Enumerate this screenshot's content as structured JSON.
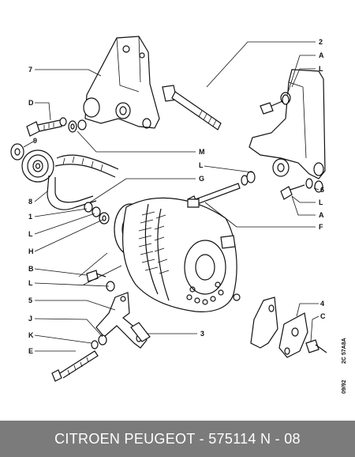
{
  "labels": {
    "l7": "7",
    "l2": "2",
    "lA1": "A",
    "lL1": "L",
    "lD": "D",
    "l9": "9",
    "lM": "M",
    "lL2": "L",
    "lG": "G",
    "l6": "6",
    "l8": "8",
    "lL3": "L",
    "lA2": "A",
    "l1": "1",
    "lF": "F",
    "lL4": "L",
    "lH": "H",
    "lB": "B",
    "lL5": "L",
    "l5": "5",
    "lJ": "J",
    "lK": "K",
    "lE": "E",
    "l3": "3",
    "l4": "4",
    "lC": "C"
  },
  "side_code": "2C 57A8A",
  "side_date": "09/92",
  "footer": {
    "caption": "CITROEN PEUGEOT - 575114     N - 08"
  },
  "colors": {
    "footer_bg": "#7b7b7b",
    "footer_text": "#ffffff",
    "ink": "#111111"
  }
}
